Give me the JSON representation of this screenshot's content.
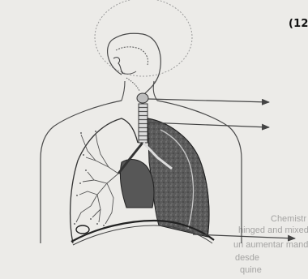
{
  "marks_label": "(12",
  "bleed_text": [
    "Chemistr",
    "hinged and mixed toget",
    "un aumentar mandarina drenagar a col",
    "desde",
    "quine"
  ],
  "colors": {
    "paper": "#ecebe8",
    "ink": "#3a3a3a",
    "lung_fill": "#595959",
    "arrow": "#444444"
  },
  "icons": {
    "arrowhead": "triangle-arrowhead"
  }
}
